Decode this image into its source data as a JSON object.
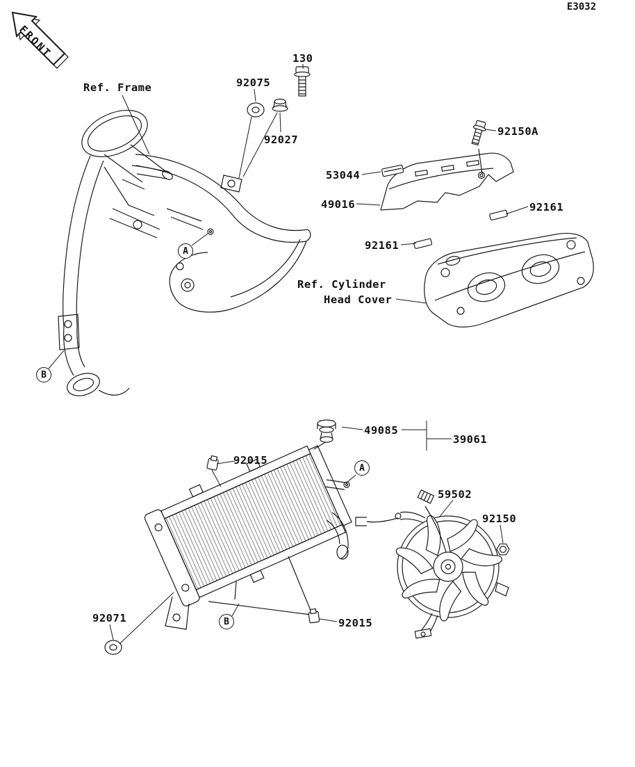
{
  "page": {
    "code": "E3032"
  },
  "front_marker": {
    "label": "FRONT"
  },
  "labels": {
    "ref_frame": "Ref. Frame",
    "bolt_130": "130",
    "grommet_92075": "92075",
    "collar_92027": "92027",
    "bolt_92150a": "92150A",
    "damper_53044": "53044",
    "guard_49016": "49016",
    "damper_92161_right": "92161",
    "damper_92161_left": "92161",
    "ref_cylinder_line1": "Ref. Cylinder",
    "ref_cylinder_line2": "Head Cover",
    "cap_49085": "49085",
    "radiator_39061": "39061",
    "clamp_92015_top": "92015",
    "fan_59502": "59502",
    "nut_92150": "92150",
    "grommet_92071": "92071",
    "clamp_92015_bottom": "92015"
  },
  "callouts": {
    "a": "A",
    "b": "B"
  }
}
